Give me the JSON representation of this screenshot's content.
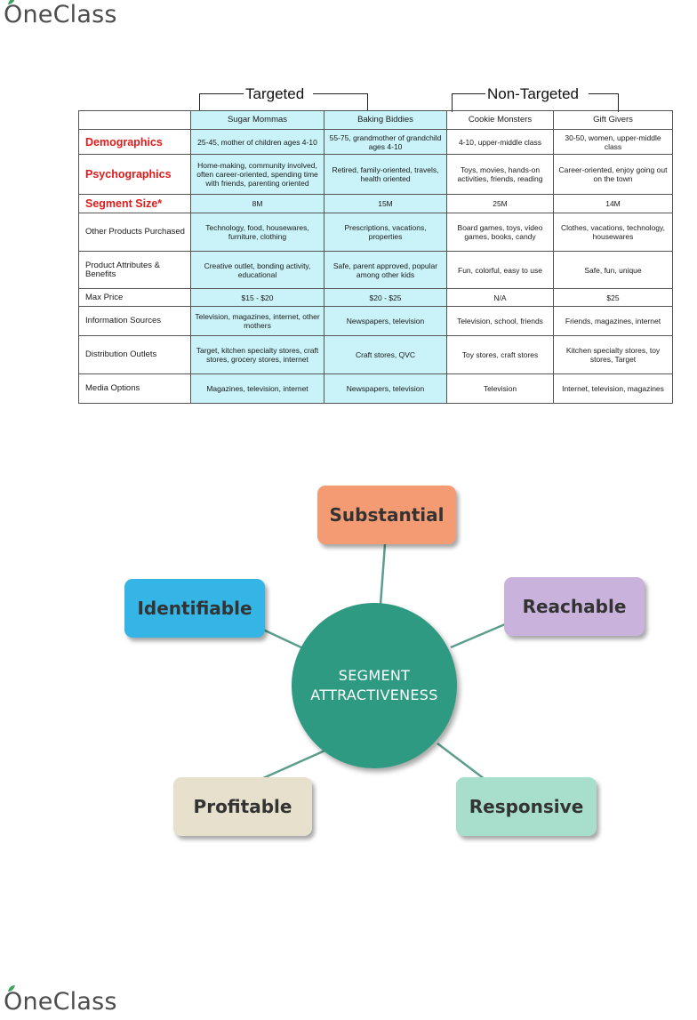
{
  "brand": {
    "name": "OneClass"
  },
  "table_figure": {
    "groups": {
      "targeted": "Targeted",
      "non_targeted": "Non-Targeted"
    },
    "columns": [
      "Sugar Mommas",
      "Baking Biddies",
      "Cookie Monsters",
      "Gift Givers"
    ],
    "rows": [
      {
        "label": "Demographics",
        "highlight": true,
        "cells": [
          "25-45, mother of children ages 4-10",
          "55-75, grandmother of grandchild ages 4-10",
          "4-10, upper-middle class",
          "30-50, women, upper-middle class"
        ]
      },
      {
        "label": "Psychographics",
        "highlight": true,
        "cells": [
          "Home-making, community involved, often career-oriented, spending time with friends, parenting oriented",
          "Retired, family-oriented, travels, health oriented",
          "Toys, movies, hands-on activities, friends, reading",
          "Career-oriented, enjoy going out on the town"
        ]
      },
      {
        "label": "Segment Size*",
        "highlight": true,
        "cells": [
          "8M",
          "15M",
          "25M",
          "14M"
        ]
      },
      {
        "label": "Other Products Purchased",
        "highlight": false,
        "cells": [
          "Technology, food, housewares, furniture, clothing",
          "Prescriptions, vacations, properties",
          "Board games, toys, video games, books, candy",
          "Clothes, vacations, technology, housewares"
        ]
      },
      {
        "label": "Product Attributes & Benefits",
        "highlight": false,
        "cells": [
          "Creative outlet, bonding activity, educational",
          "Safe, parent approved, popular among other kids",
          "Fun, colorful, easy to use",
          "Safe, fun, unique"
        ]
      },
      {
        "label": "Max Price",
        "highlight": false,
        "cells": [
          "$15 - $20",
          "$20 - $25",
          "N/A",
          "$25"
        ]
      },
      {
        "label": "Information Sources",
        "highlight": false,
        "cells": [
          "Television, magazines, internet, other mothers",
          "Newspapers, television",
          "Television, school, friends",
          "Friends, magazines, internet"
        ]
      },
      {
        "label": "Distribution Outlets",
        "highlight": false,
        "cells": [
          "Target, kitchen specialty stores, craft stores, grocery stores, internet",
          "Craft stores, QVC",
          "Toy stores, craft stores",
          "Kitchen specialty stores, toy stores, Target"
        ]
      },
      {
        "label": "Media Options",
        "highlight": false,
        "cells": [
          "Magazines, television, internet",
          "Newspapers, television",
          "Television",
          "Internet, television, magazines"
        ]
      }
    ],
    "colors": {
      "targeted_fill": "#c9f3f8",
      "label_red": "#e01b1b"
    }
  },
  "diagram": {
    "center": {
      "line1": "SEGMENT",
      "line2": "ATTRACTIVENESS"
    },
    "nodes": {
      "substantial": "Substantial",
      "identifiable": "Identifiable",
      "reachable": "Reachable",
      "profitable": "Profitable",
      "responsive": "Responsive"
    },
    "colors": {
      "center": "#2f9a82",
      "substantial": "#f49b73",
      "identifiable": "#35b5e5",
      "reachable": "#c9b3dc",
      "profitable": "#e6e0cd",
      "responsive": "#a8dfcc"
    }
  }
}
